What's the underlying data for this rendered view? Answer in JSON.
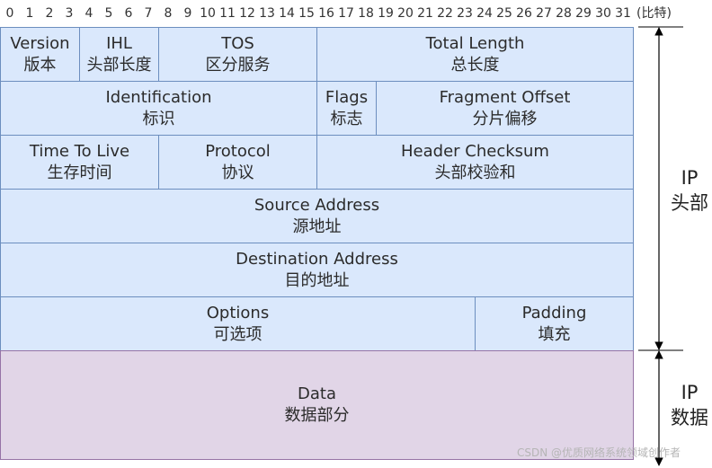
{
  "bit_numbers": [
    "0",
    "1",
    "2",
    "3",
    "4",
    "5",
    "6",
    "7",
    "8",
    "9",
    "10",
    "11",
    "12",
    "13",
    "14",
    "15",
    "16",
    "17",
    "18",
    "19",
    "20",
    "21",
    "22",
    "23",
    "24",
    "25",
    "26",
    "27",
    "28",
    "29",
    "30",
    "31"
  ],
  "bit_unit": "(比特)",
  "fields": [
    {
      "id": "version",
      "en": "Version",
      "zh": "版本",
      "bits": [
        0,
        4
      ],
      "row": 0
    },
    {
      "id": "ihl",
      "en": "IHL",
      "zh": "头部长度",
      "bits": [
        4,
        8
      ],
      "row": 0
    },
    {
      "id": "tos",
      "en": "TOS",
      "zh": "区分服务",
      "bits": [
        8,
        16
      ],
      "row": 0
    },
    {
      "id": "total-length",
      "en": "Total Length",
      "zh": "总长度",
      "bits": [
        16,
        32
      ],
      "row": 0
    },
    {
      "id": "identification",
      "en": "Identification",
      "zh": "标识",
      "bits": [
        0,
        16
      ],
      "row": 1
    },
    {
      "id": "flags",
      "en": "Flags",
      "zh": "标志",
      "bits": [
        16,
        19
      ],
      "row": 1
    },
    {
      "id": "fragment-offset",
      "en": "Fragment Offset",
      "zh": "分片偏移",
      "bits": [
        19,
        32
      ],
      "row": 1
    },
    {
      "id": "ttl",
      "en": "Time To Live",
      "zh": "生存时间",
      "bits": [
        0,
        8
      ],
      "row": 2
    },
    {
      "id": "protocol",
      "en": "Protocol",
      "zh": "协议",
      "bits": [
        8,
        16
      ],
      "row": 2
    },
    {
      "id": "header-checksum",
      "en": "Header Checksum",
      "zh": "头部校验和",
      "bits": [
        16,
        32
      ],
      "row": 2
    },
    {
      "id": "source-address",
      "en": "Source Address",
      "zh": "源地址",
      "bits": [
        0,
        32
      ],
      "row": 3
    },
    {
      "id": "destination-address",
      "en": "Destination Address",
      "zh": "目的地址",
      "bits": [
        0,
        32
      ],
      "row": 4
    },
    {
      "id": "options",
      "en": "Options",
      "zh": "可选项",
      "bits": [
        0,
        24
      ],
      "row": 5
    },
    {
      "id": "padding",
      "en": "Padding",
      "zh": "填充",
      "bits": [
        24,
        32
      ],
      "row": 5
    }
  ],
  "data_field": {
    "en": "Data",
    "zh": "数据部分"
  },
  "header_label": {
    "line1": "IP",
    "line2": "头部"
  },
  "data_label": {
    "line1": "IP",
    "line2": "数据"
  },
  "watermark": "CSDN @优质网络系统领域创作者",
  "colors": {
    "header_fill": "#dae8fc",
    "header_stroke": "#6c8ebf",
    "data_fill": "#e1d5e7",
    "data_stroke": "#9673a6",
    "arrow": "#000000"
  }
}
